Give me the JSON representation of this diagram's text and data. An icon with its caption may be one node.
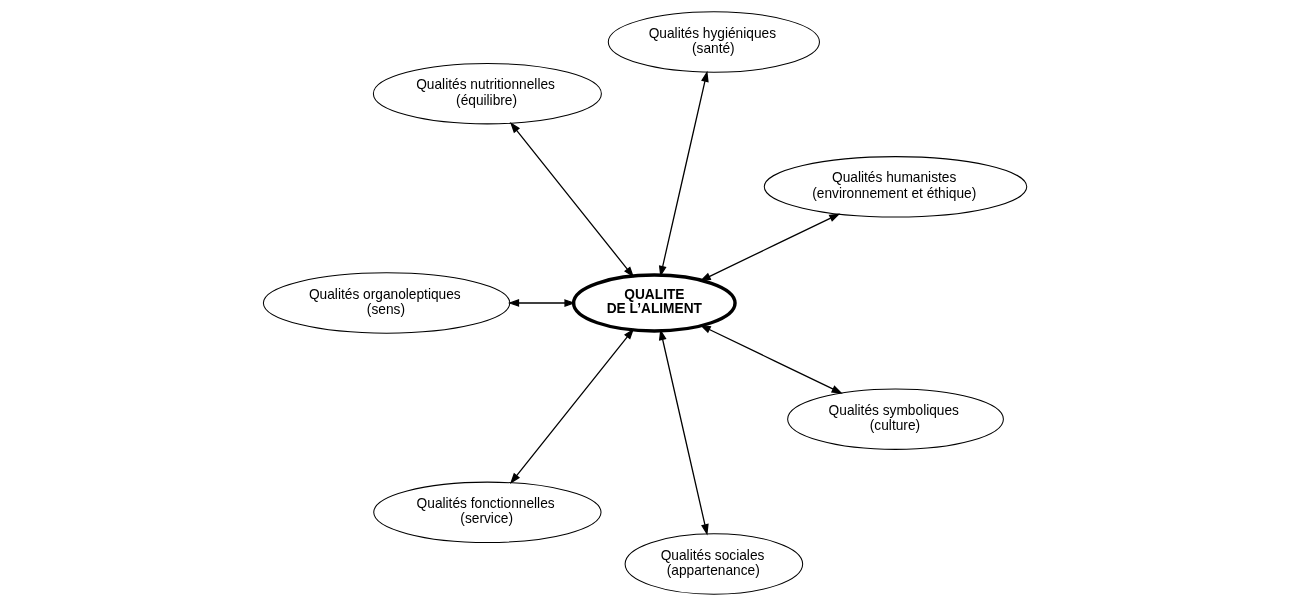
{
  "diagram": {
    "nodes": [
      {
        "text": [
          "Qualités humanistes (environnement et éthique)"
        ]
      },
      {
        "text": [
          "Qualités hygiéniques (santé)"
        ]
      },
      {
        "text": [
          "Qualités nutritionnelles (équilibre)"
        ]
      },
      {
        "text": [
          "QUALITE DE L’ALIMENT"
        ]
      },
      {
        "text": [
          "Qualités organoleptiques (sens)"
        ]
      },
      {
        "text": [
          "Qualités fonctionnelles (service)"
        ]
      },
      {
        "text": [
          "Qualités sociales (appartenance)"
        ]
      },
      {
        "text": [
          "Qualités symboliques (culture)"
        ]
      }
    ],
    "edges": [
      {
        "from": 3,
        "to": 0,
        "arrow": "both"
      },
      {
        "from": 3,
        "to": 1,
        "arrow": "both"
      },
      {
        "from": 3,
        "to": 2,
        "arrow": "both"
      },
      {
        "from": 3,
        "to": 4,
        "arrow": "both"
      },
      {
        "from": 3,
        "to": 5,
        "arrow": "both"
      },
      {
        "from": 3,
        "to": 6,
        "arrow": "both"
      },
      {
        "from": 3,
        "to": 7,
        "arrow": "both"
      }
    ]
  }
}
